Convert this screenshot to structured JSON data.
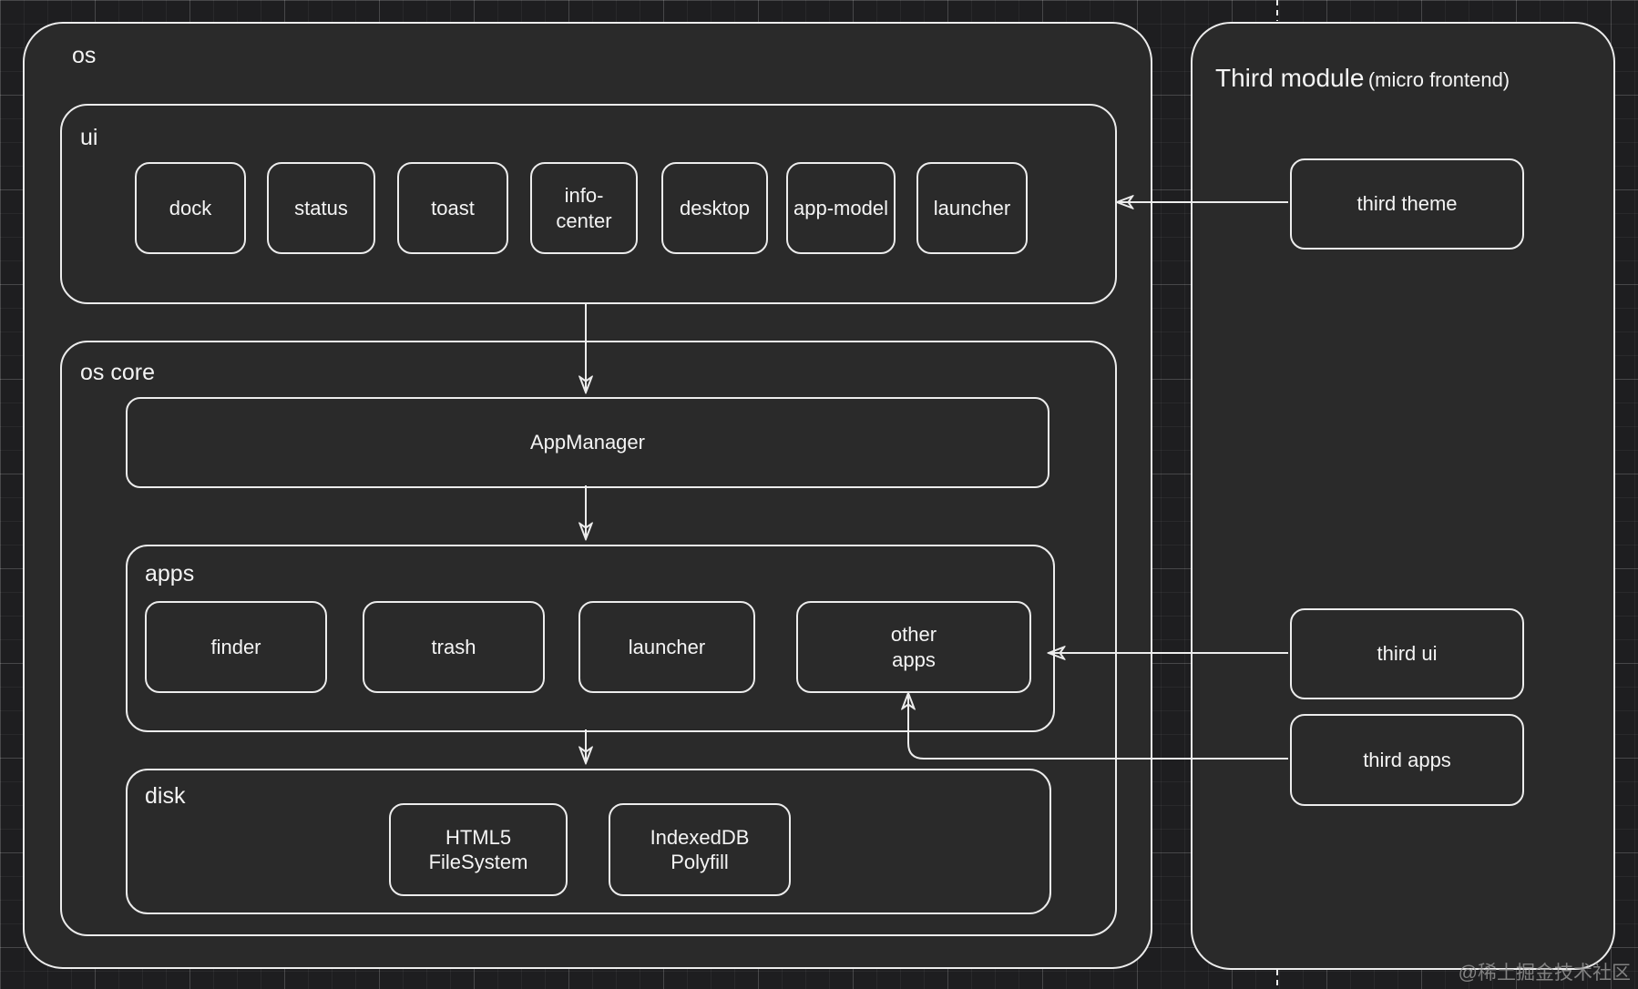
{
  "page": {
    "watermark": "@稀土掘金技术社区"
  },
  "colors": {
    "background": "#1e1e20",
    "box_fill": "#2a2a2a",
    "box_border": "#ececec",
    "text": "#f4f4f4",
    "watermark": "#9a9a9a"
  },
  "os": {
    "label": "os",
    "ui": {
      "label": "ui",
      "nodes": [
        {
          "id": "dock",
          "lines": [
            "dock"
          ]
        },
        {
          "id": "status",
          "lines": [
            "status"
          ]
        },
        {
          "id": "toast",
          "lines": [
            "toast"
          ]
        },
        {
          "id": "info-center",
          "lines": [
            "info-",
            "center"
          ]
        },
        {
          "id": "desktop",
          "lines": [
            "desktop"
          ]
        },
        {
          "id": "app-model",
          "lines": [
            "app-model"
          ]
        },
        {
          "id": "launcher",
          "lines": [
            "launcher"
          ]
        }
      ]
    },
    "os_core": {
      "label": "os core",
      "app_manager": {
        "label": "AppManager"
      },
      "apps": {
        "label": "apps",
        "nodes": [
          {
            "id": "finder",
            "lines": [
              "finder"
            ]
          },
          {
            "id": "trash",
            "lines": [
              "trash"
            ]
          },
          {
            "id": "launcher",
            "lines": [
              "launcher"
            ]
          },
          {
            "id": "other-apps",
            "lines": [
              "other",
              "apps"
            ]
          }
        ]
      },
      "disk": {
        "label": "disk",
        "nodes": [
          {
            "id": "html5-filesystem",
            "lines": [
              "HTML5",
              "FileSystem"
            ]
          },
          {
            "id": "indexeddb-polyfill",
            "lines": [
              "IndexedDB",
              "Polyfill"
            ]
          }
        ]
      }
    }
  },
  "third_module": {
    "title": "Third module",
    "subtitle": "(micro frontend)",
    "nodes": [
      {
        "id": "third-theme",
        "lines": [
          "third theme"
        ]
      },
      {
        "id": "third-ui",
        "lines": [
          "third ui"
        ]
      },
      {
        "id": "third-apps",
        "lines": [
          "third apps"
        ]
      }
    ]
  }
}
